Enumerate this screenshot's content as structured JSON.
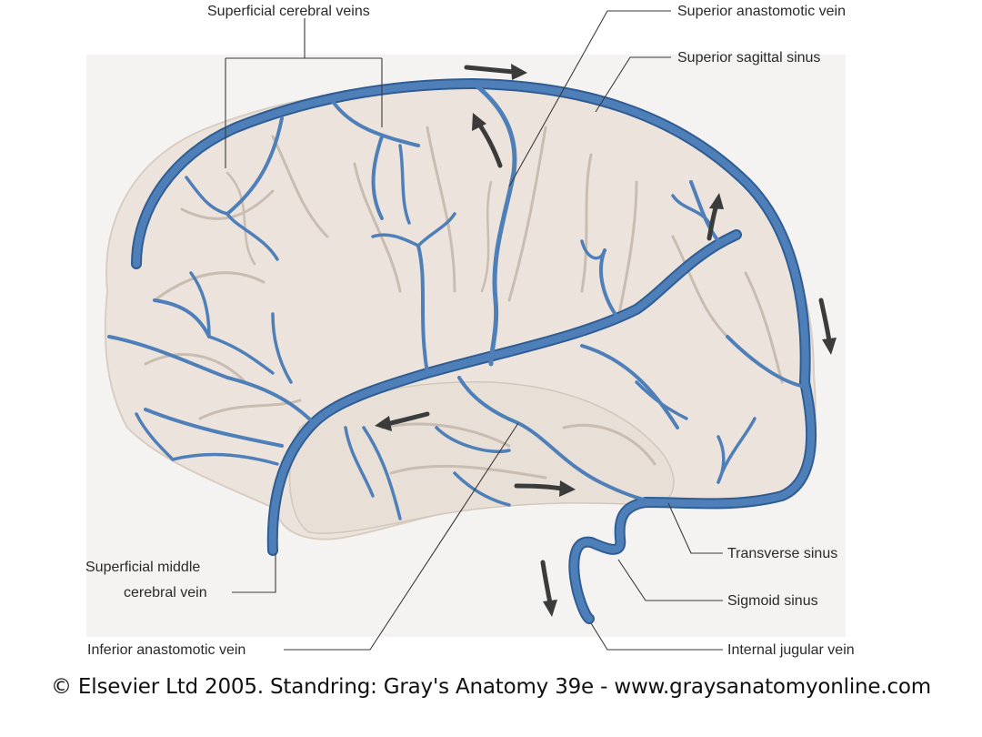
{
  "diagram": {
    "labels": {
      "superficial_cerebral_veins": "Superficial cerebral veins",
      "superior_anastomotic_vein": "Superior anastomotic vein",
      "superior_sagittal_sinus": "Superior sagittal sinus",
      "superficial_middle_cerebral_vein_line1": "Superficial middle",
      "superficial_middle_cerebral_vein_line2": "cerebral vein",
      "inferior_anastomotic_vein": "Inferior anastomotic vein",
      "transverse_sinus": "Transverse sinus",
      "sigmoid_sinus": "Sigmoid sinus",
      "internal_jugular_vein": "Internal jugular vein"
    },
    "colors": {
      "brain_fill": "#ece4dc",
      "brain_edge": "#d8cdc2",
      "vein": "#4f7fb8",
      "vein_outline": "#2f5d93",
      "sulcus": "#c9bcb1",
      "arrow": "#3b3b3b"
    },
    "arrows": [
      "flow-direction-arrow",
      "flow-direction-arrow",
      "flow-direction-arrow",
      "flow-direction-arrow",
      "flow-direction-arrow",
      "flow-direction-arrow",
      "flow-direction-arrow"
    ]
  },
  "footer": {
    "copyright": "© Elsevier Ltd 2005. Standring: Gray's Anatomy 39e - www.graysanatomyonline.com"
  }
}
